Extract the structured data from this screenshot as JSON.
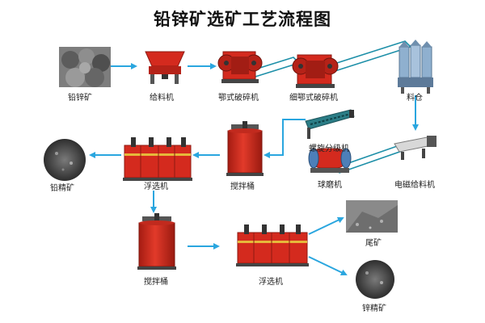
{
  "title": "铅锌矿选矿工艺流程图",
  "labels": {
    "ore": "铅锌矿",
    "feeder": "给料机",
    "jaw_crusher": "鄂式破碎机",
    "fine_jaw_crusher": "细鄂式破碎机",
    "silo": "料仓",
    "spiral_classifier": "螺旋分级机",
    "ball_mill": "球磨机",
    "em_feeder": "电磁给料机",
    "agitator_1": "搅拌桶",
    "flotation_1": "浮选机",
    "lead_concentrate": "铅精矿",
    "agitator_2": "搅拌桶",
    "flotation_2": "浮选机",
    "tailings": "尾矿",
    "zinc_concentrate": "锌精矿"
  },
  "colors": {
    "arrow": "#2aa6df",
    "machine_red": "#d42a1e",
    "machine_dark": "#8e1a12",
    "ore_gray": "#6f6f6f",
    "silo_blue": "#8fb0cf",
    "belt_teal": "#1d8fa8",
    "ball_mill_blue": "#4d7fb8"
  },
  "icons": {
    "ore": "ore-pile-photo",
    "feeder": "feeder-machine",
    "jaw_crusher": "jaw-crusher",
    "fine_jaw_crusher": "jaw-crusher",
    "silo": "silo-tanks",
    "spiral_classifier": "spiral-classifier",
    "ball_mill": "ball-mill",
    "em_feeder": "electromagnetic-feeder",
    "agitator": "agitation-tank",
    "flotation": "flotation-machine",
    "concentrate": "powder-photo"
  }
}
